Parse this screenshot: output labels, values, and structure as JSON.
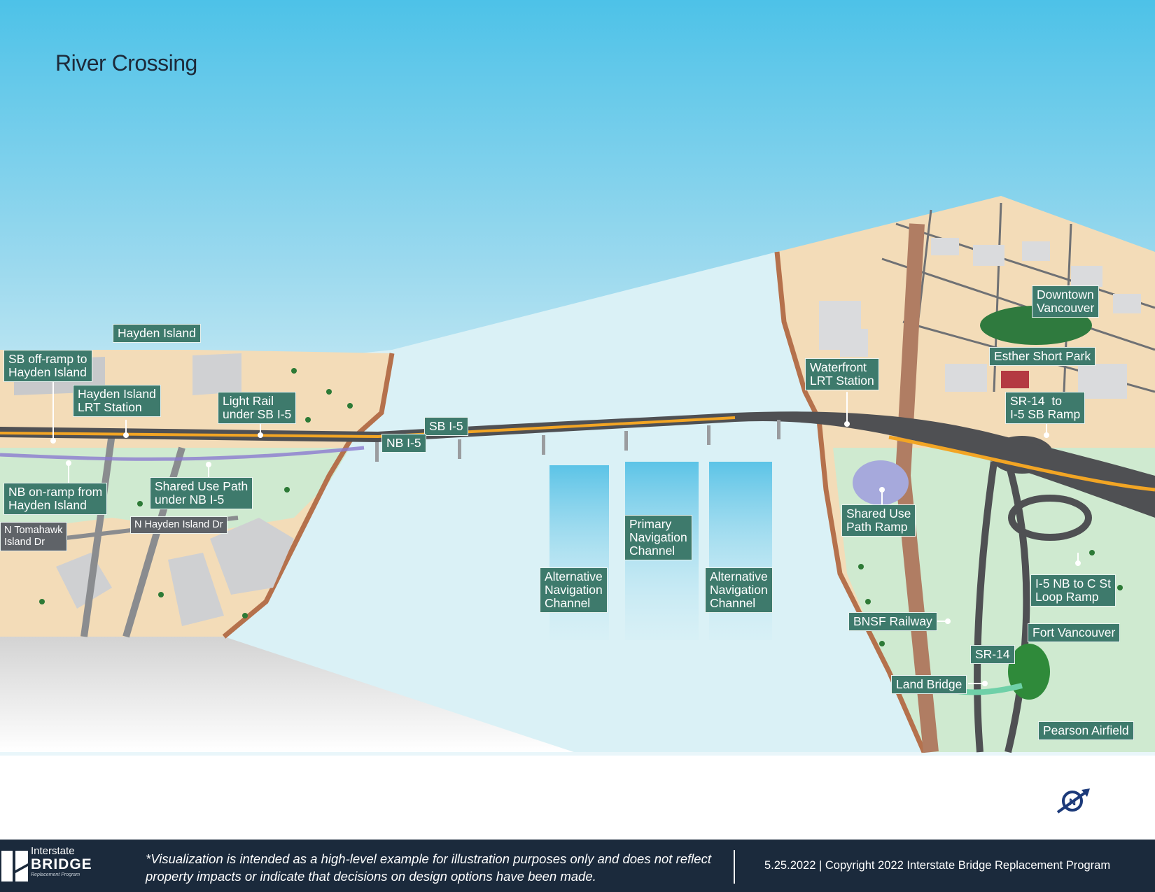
{
  "title": "River Crossing",
  "labels": {
    "hayden_island": "Hayden Island",
    "sb_off_ramp": "SB off-ramp to\nHayden Island",
    "hayden_lrt": "Hayden Island\nLRT Station",
    "light_rail_sb": "Light Rail\nunder SB I-5",
    "sb_i5": "SB I-5",
    "nb_i5": "NB I-5",
    "nb_on_ramp": "NB on-ramp from\nHayden Island",
    "shared_path_nb": "Shared Use Path\nunder NB I-5",
    "n_hayden_dr": "N Hayden Island Dr",
    "n_tomahawk": "N Tomahawk\nIsland Dr",
    "alt_nav_left": "Alternative\nNavigation\nChannel",
    "primary_nav": "Primary\nNavigation\nChannel",
    "alt_nav_right": "Alternative\nNavigation\nChannel",
    "waterfront_lrt": "Waterfront\nLRT Station",
    "downtown_vancouver": "Downtown\nVancouver",
    "esther_short": "Esther Short Park",
    "sr14_sb_ramp": "SR-14  to\nI-5 SB Ramp",
    "shared_path_ramp": "Shared Use\nPath Ramp",
    "i5_nb_c_st": "I-5 NB to C St\nLoop Ramp",
    "bnsf": "BNSF Railway",
    "fort_vancouver": "Fort Vancouver",
    "sr14": "SR-14",
    "land_bridge": "Land Bridge",
    "pearson": "Pearson Airfield"
  },
  "footer": {
    "logo_line1": "Interstate",
    "logo_line2": "BRIDGE",
    "logo_line3": "Replacement Program",
    "disclaimer": "*Visualization is intended as a high-level example for illustration purposes only and does not reflect property impacts or indicate that decisions on design options have been made.",
    "copyright": "5.25.2022 | Copyright 2022 Interstate Bridge Replacement Program"
  },
  "colors": {
    "label_bg": "#3e7a6c",
    "water": "#d8f0f5",
    "sky_top": "#4fc3e8",
    "footer_bg": "#1b2a3c",
    "highway": "#4f5053",
    "light_rail": "#f2a524"
  },
  "icons": [
    "north-arrow-icon",
    "interstate-bridge-logo-icon"
  ]
}
